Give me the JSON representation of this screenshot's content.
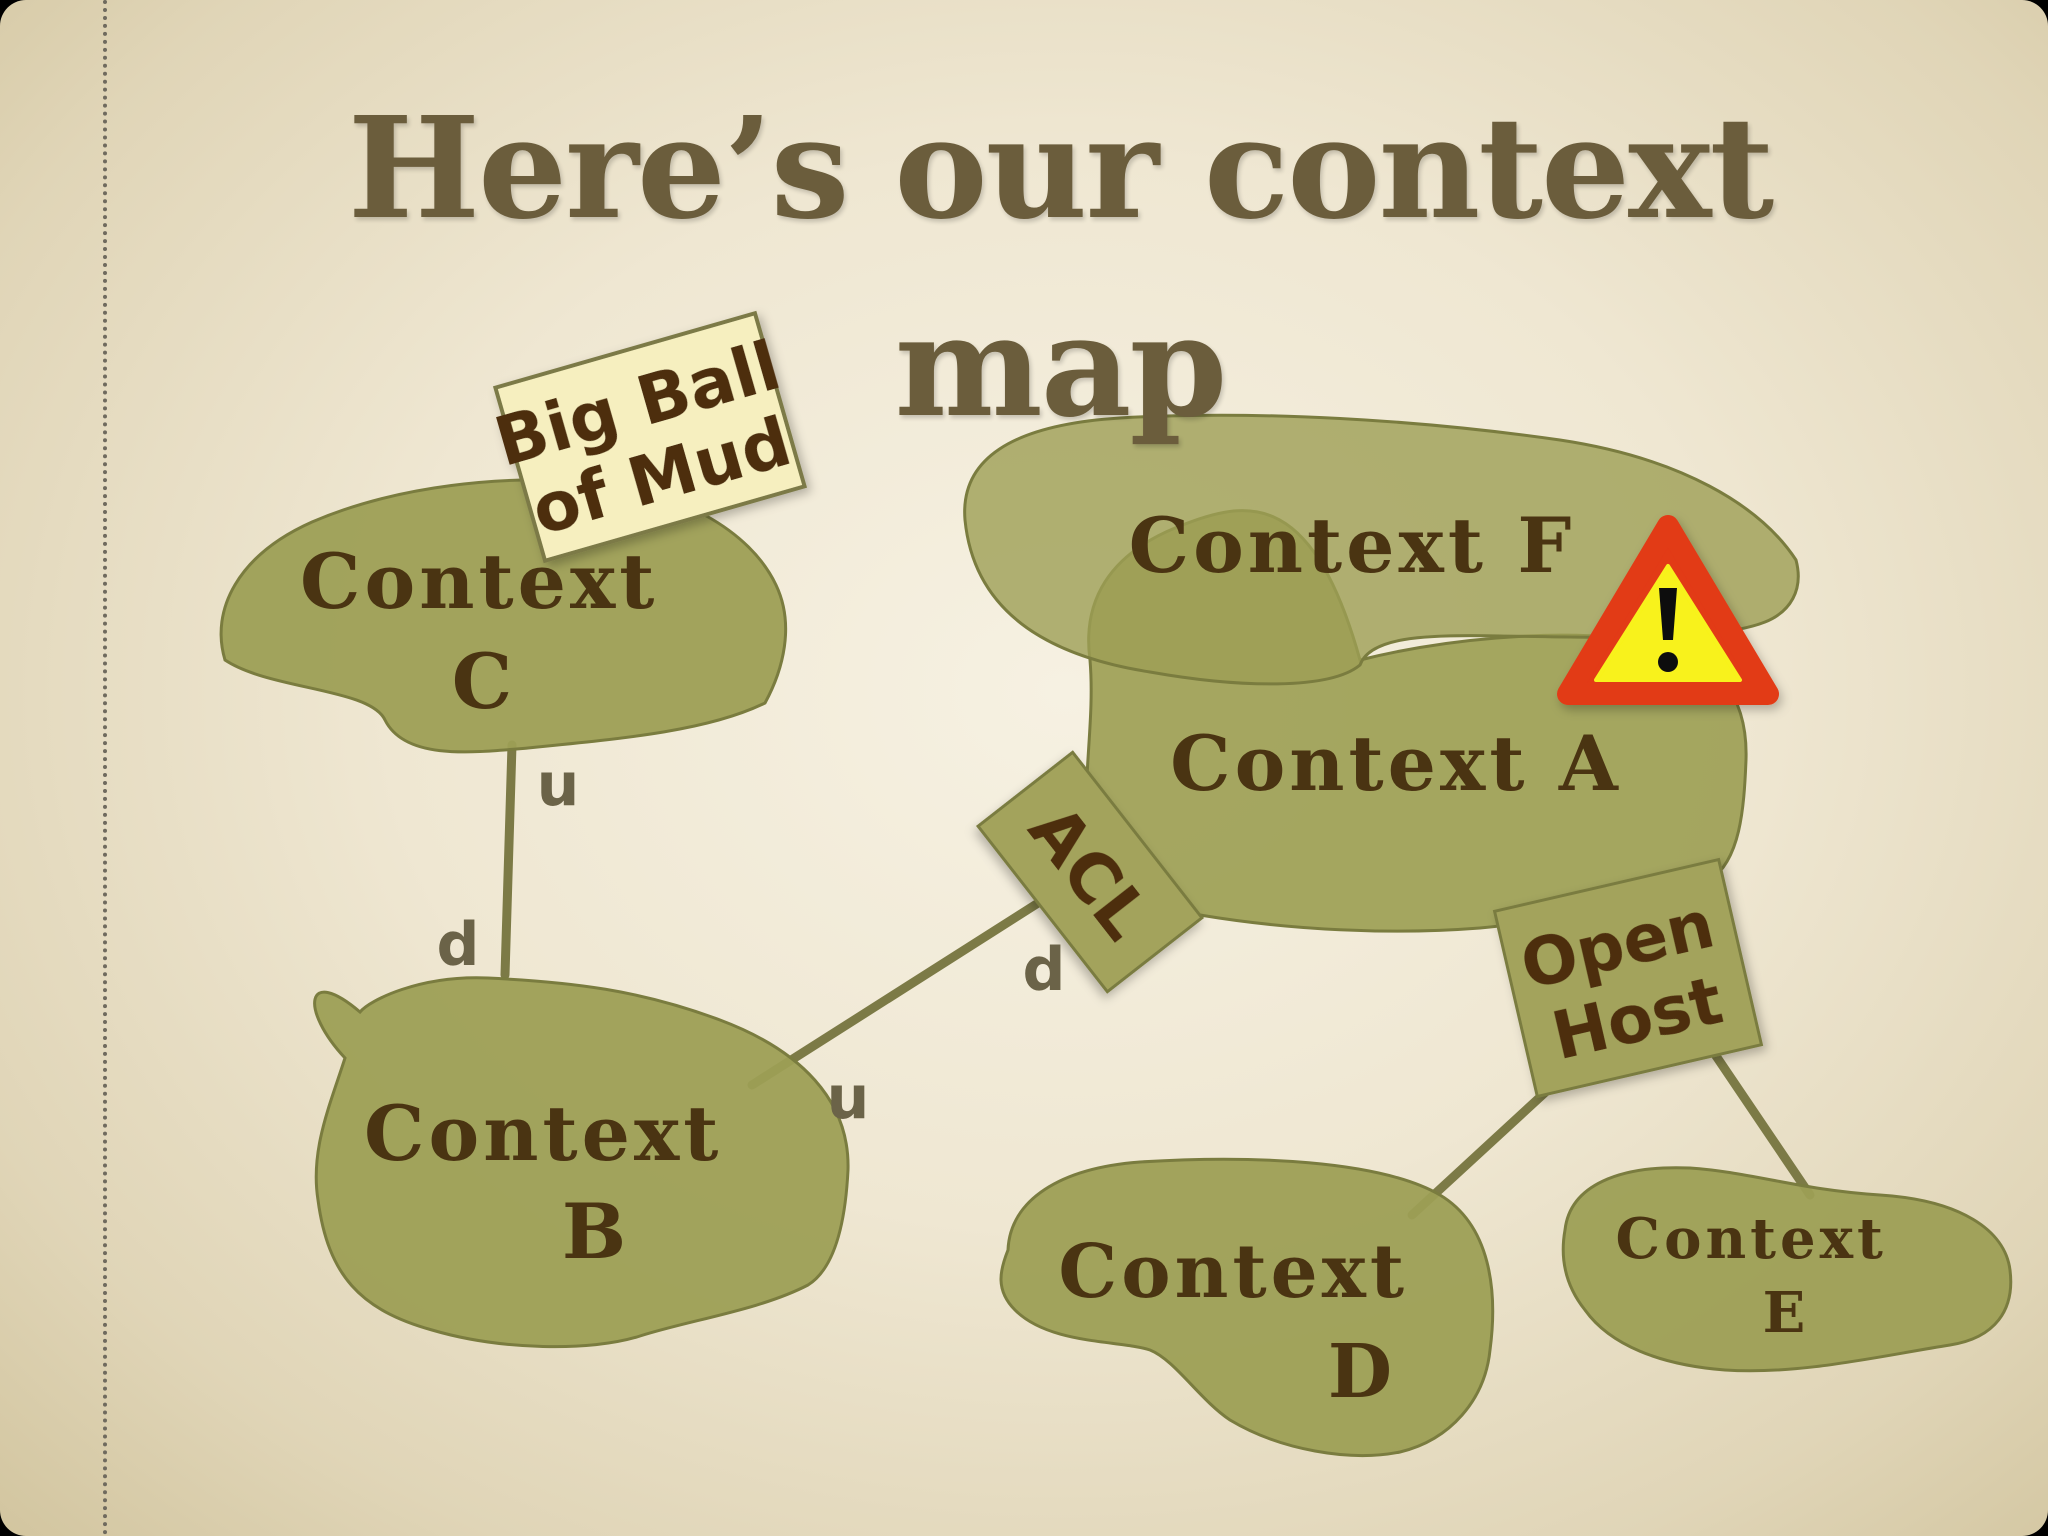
{
  "title": "Here’s our context map",
  "contexts": {
    "c": {
      "line1": "Context",
      "line2": "C"
    },
    "f": {
      "line1": "Context F"
    },
    "a": {
      "line1": "Context A"
    },
    "b": {
      "line1": "Context",
      "line2": "B"
    },
    "d": {
      "line1": "Context",
      "line2": "D"
    },
    "e": {
      "line1": "Context",
      "line2": "E"
    }
  },
  "signs": {
    "big_ball_of_mud": {
      "line1": "Big Ball",
      "line2": "of Mud"
    },
    "acl": {
      "line1": "ACL"
    },
    "open_host": {
      "line1": "Open",
      "line2": "Host"
    }
  },
  "relationship_labels": {
    "c_upstream": "u",
    "c_downstream": "d",
    "b_upstream": "u",
    "acl_downstream": "d"
  },
  "icons": [
    "warning-icon"
  ],
  "colors": {
    "blob_fill": "#9d9f55",
    "blob_stroke": "#7a7c3f",
    "sign_fill": "#f6efbf",
    "sign_fill_dark": "#a3a35b",
    "title_color": "#6b5d3c",
    "label_color": "#4a3412",
    "warning_red": "#e23a16",
    "warning_yellow": "#f8f21a"
  }
}
